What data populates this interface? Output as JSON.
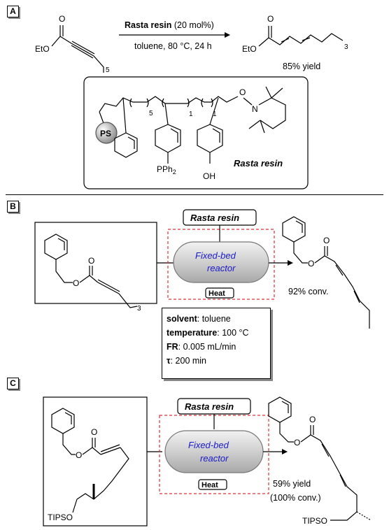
{
  "panels": {
    "a": {
      "label": "A",
      "reagent_bold": "Rasta resin",
      "reagent_rest": " (20 mol%)",
      "conditions": "toluene, 80 °C, 24 h",
      "start_group": "EtO",
      "start_subscript": "5",
      "prod_group": "EtO",
      "prod_subscript": "3",
      "yield": "85% yield",
      "resin": {
        "ps": "PS",
        "n1": "5",
        "n2": "1",
        "n3": "1",
        "o": "O",
        "n": "N",
        "pph2": "PPh",
        "pph2_sub": "2",
        "oh": "OH",
        "name": "Rasta resin"
      }
    },
    "b": {
      "label": "B",
      "resin_label": "Rasta resin",
      "reactor_line1": "Fixed-bed",
      "reactor_line2": "reactor",
      "heat": "Heat",
      "start_sub": "3",
      "start_o": "O",
      "prod_o": "O",
      "conversion": "92% conv.",
      "conditions": [
        {
          "key": "solvent",
          "value": ": toluene"
        },
        {
          "key": "temperature",
          "value": ": 100 °C"
        },
        {
          "key": "FR",
          "value": ": 0.005 mL/min"
        },
        {
          "key": "τ",
          "value": ": 200 min"
        }
      ]
    },
    "c": {
      "label": "C",
      "resin_label": "Rasta resin",
      "reactor_line1": "Fixed-bed",
      "reactor_line2": "reactor",
      "heat": "Heat",
      "start_o": "O",
      "prod_o": "O",
      "start_tips": "TIPSO",
      "prod_tips": "TIPSO",
      "yield": "59% yield",
      "conversion": "(100% conv.)"
    }
  },
  "colors": {
    "reactor_text": "#1a1acc",
    "dash": "#e0303a",
    "reactor_fill": "#cfcfcf"
  }
}
